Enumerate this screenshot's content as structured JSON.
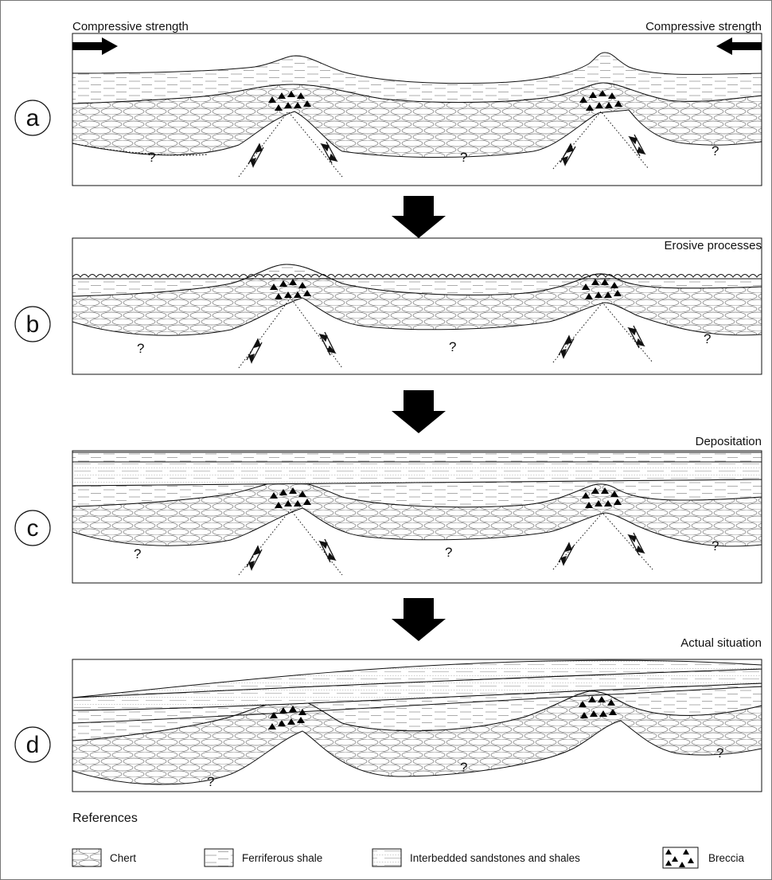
{
  "panels": [
    {
      "letter": "a",
      "title": ""
    },
    {
      "letter": "b",
      "title": "Erosive processes"
    },
    {
      "letter": "c",
      "title": "Depositation"
    },
    {
      "letter": "d",
      "title": "Actual situation"
    }
  ],
  "compressive": {
    "left": "Compressive strength",
    "right": "Compressive strength"
  },
  "unknown_mark": "?",
  "references": {
    "title": "References",
    "items": [
      {
        "label": "Chert",
        "pattern": "chert"
      },
      {
        "label": "Ferriferous shale",
        "pattern": "shale"
      },
      {
        "label": "Interbedded sandstones and shales",
        "pattern": "sandstone"
      },
      {
        "label": "Breccia",
        "pattern": "breccia"
      }
    ]
  }
}
